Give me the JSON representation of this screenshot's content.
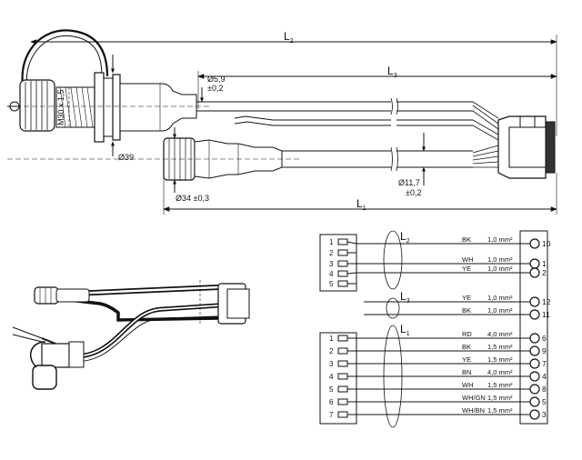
{
  "drawing": {
    "length_labels": {
      "l2": {
        "main": "L",
        "sub": "2"
      },
      "l3": {
        "main": "L",
        "sub": "3"
      },
      "l1": {
        "main": "L",
        "sub": "1"
      }
    },
    "thread": "M30 x 1,5",
    "panel_diameter": "Ø39",
    "cable_diameter_1": "Ø5,9",
    "cable_tolerance_1": "±0,2",
    "cable_diameter_2": "Ø11,7",
    "cable_tolerance_2": "±0,2",
    "nut_diameter": "Ø34 ±0,3"
  },
  "schematic": {
    "groups": [
      {
        "label": {
          "main": "L",
          "sub": "2"
        },
        "pins": [
          "1",
          "2",
          "3",
          "4",
          "5"
        ],
        "wires": [
          {
            "color": "BK",
            "section": "1,0 mm²",
            "terminal": "10"
          },
          {
            "color": "WH",
            "section": "1,0 mm²",
            "terminal": "1"
          },
          {
            "color": "YE",
            "section": "1,0 mm²",
            "terminal": "2"
          }
        ]
      },
      {
        "label": {
          "main": "L",
          "sub": "3"
        },
        "pins": [],
        "wires": [
          {
            "color": "YE",
            "section": "1,0 mm²",
            "terminal": "12"
          },
          {
            "color": "BK",
            "section": "1,0 mm²",
            "terminal": "11"
          }
        ]
      },
      {
        "label": {
          "main": "L",
          "sub": "1"
        },
        "pins": [
          "1",
          "2",
          "3",
          "4",
          "5",
          "6",
          "7"
        ],
        "wires": [
          {
            "color": "RD",
            "section": "4,0 mm²",
            "terminal": "6"
          },
          {
            "color": "BK",
            "section": "1,5 mm²",
            "terminal": "9"
          },
          {
            "color": "YE",
            "section": "1,5 mm²",
            "terminal": "7"
          },
          {
            "color": "BN",
            "section": "4,0 mm²",
            "terminal": "4"
          },
          {
            "color": "WH",
            "section": "1,5 mm²",
            "terminal": "8"
          },
          {
            "color": "WH/GN",
            "section": "1,5 mm²",
            "terminal": "5"
          },
          {
            "color": "WH/BN",
            "section": "1,5 mm²",
            "terminal": "3"
          }
        ]
      }
    ]
  }
}
